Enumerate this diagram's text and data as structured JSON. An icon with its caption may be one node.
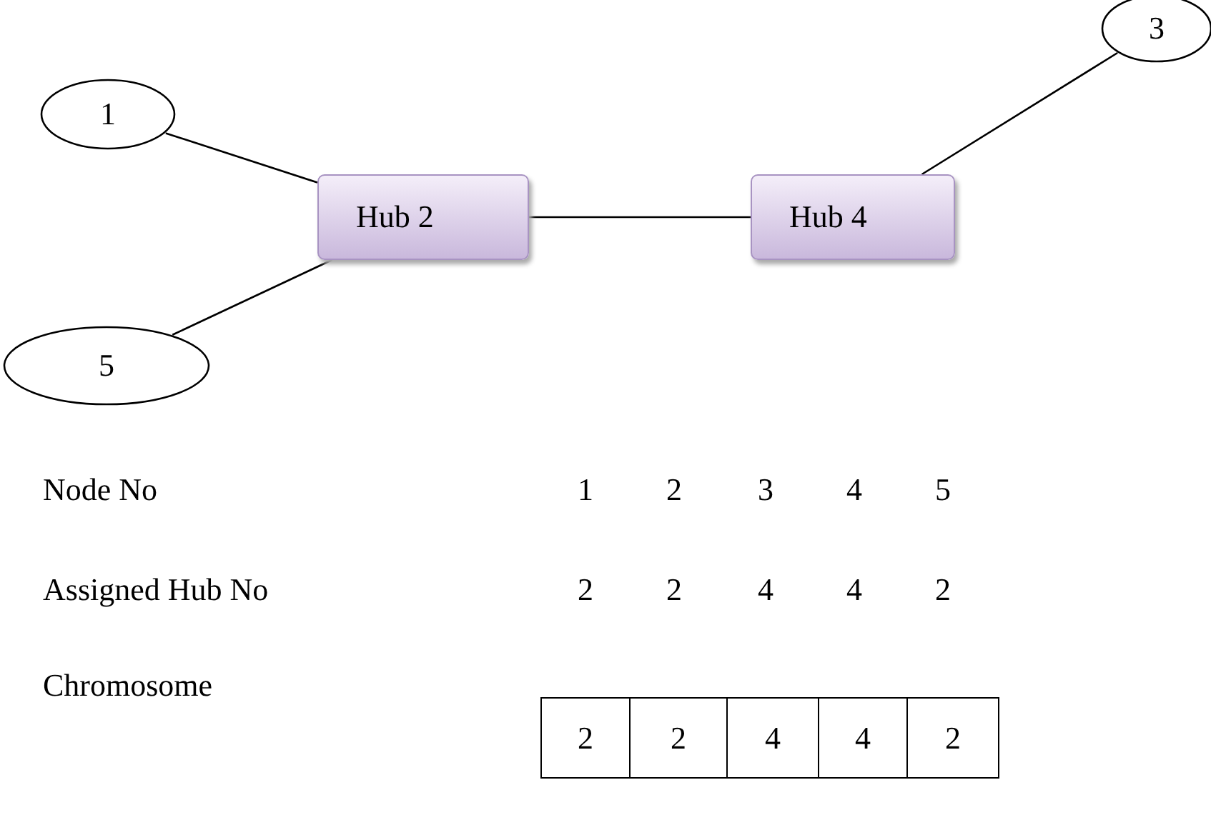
{
  "diagram": {
    "nodes": [
      {
        "text": [
          "1"
        ]
      },
      {
        "text": [
          "3"
        ]
      },
      {
        "text": [
          "Hub 2"
        ]
      },
      {
        "text": [
          "Hub 4"
        ]
      },
      {
        "text": [
          "5"
        ]
      }
    ],
    "edges": [
      {
        "from": 0,
        "to": 2,
        "arrow": "none"
      },
      {
        "from": 4,
        "to": 2,
        "arrow": "none"
      },
      {
        "from": 2,
        "to": 3,
        "arrow": "none"
      },
      {
        "from": 3,
        "to": 1,
        "arrow": "none"
      }
    ],
    "labels": [
      "Node No",
      "1",
      "2",
      "3",
      "4",
      "5",
      "Assigned Hub No",
      "2",
      "2",
      "4",
      "4",
      "2",
      "Chromosome",
      "2",
      "2",
      "4",
      "4",
      "2"
    ]
  }
}
